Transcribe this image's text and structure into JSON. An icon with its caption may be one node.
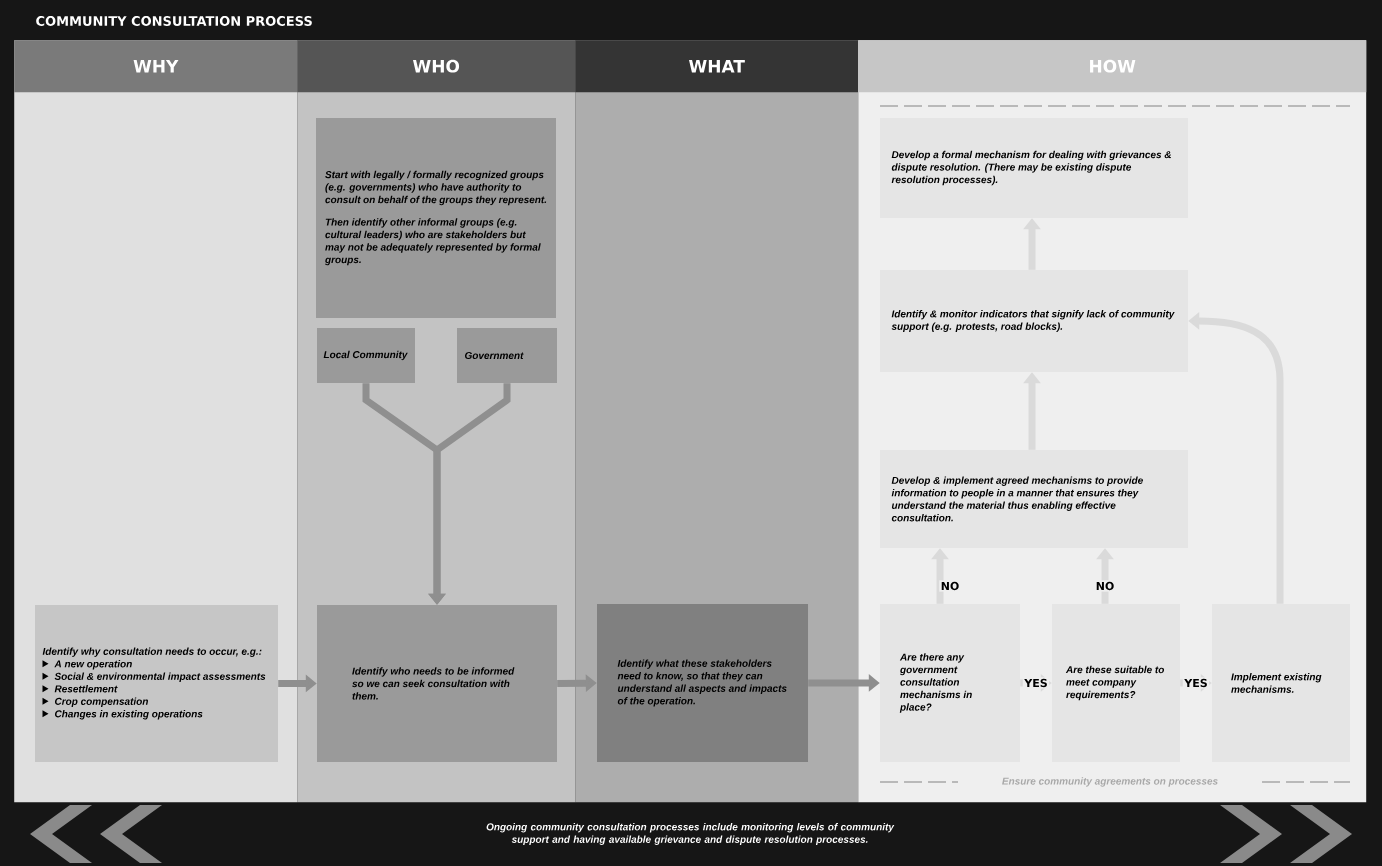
{
  "diagram": {
    "title": "COMMUNITY CONSULTATION PROCESS",
    "nodes": [
      {
        "text": [
          "WHY"
        ]
      },
      {
        "text": [
          "WHO"
        ]
      },
      {
        "text": [
          "WHAT"
        ]
      },
      {
        "text": [
          "HOW"
        ]
      },
      {
        "text": [
          "Identify why consultation needs to occur, e.g.:",
          "A new operation",
          "Social & environmental impact assessments",
          "Resettlement",
          "Crop compensation",
          "Changes in existing operations"
        ],
        "in": 0
      },
      {
        "text": [
          "Start with legally / formally recognized groups (e.g. governments) who have authority to consult on behalf of the groups they represent.",
          "Then identify other informal groups (e.g. cultural leaders) who are stakeholders but may not be adequately represented by formal groups."
        ],
        "in": 1
      },
      {
        "text": [
          "Local Community"
        ],
        "in": 1
      },
      {
        "text": [
          "Government"
        ],
        "in": 1
      },
      {
        "text": [
          "Identify who needs to be informed so we can seek consultation with them."
        ],
        "in": 1
      },
      {
        "text": [
          "Identify what these stakeholders need to know, so that they can understand all aspects and impacts of the operation."
        ],
        "in": 2
      },
      {
        "text": [
          "Develop a formal mechanism for dealing with grievances & dispute resolution. (There may be existing dispute resolution processes)."
        ],
        "in": 3
      },
      {
        "text": [
          "Identify & monitor indicators that signify lack of community support (e.g. protests, road blocks)."
        ],
        "in": 3
      },
      {
        "text": [
          "Develop & implement agreed mechanisms to provide information to people in a manner that ensures they understand the material thus enabling effective consultation."
        ],
        "in": 3
      },
      {
        "text": [
          "Are there any government consultation mechanisms in place?"
        ],
        "in": 3
      },
      {
        "text": [
          "Are these suitable to meet company requirements?"
        ],
        "in": 3
      },
      {
        "text": [
          "Implement existing mechanisms."
        ],
        "in": 3
      }
    ],
    "edges": [
      {
        "from": 4,
        "to": 8,
        "arrow": "to",
        "color": "#8f8f8f"
      },
      {
        "from": 6,
        "to": 8,
        "arrow": "to",
        "color": "#8f8f8f"
      },
      {
        "from": 7,
        "to": 8,
        "arrow": "to",
        "color": "#8f8f8f"
      },
      {
        "from": 8,
        "to": 9,
        "arrow": "to",
        "color": "#8f8f8f"
      },
      {
        "from": 9,
        "to": 13,
        "arrow": "to",
        "color": "#8f8f8f"
      },
      {
        "from": 13,
        "to": 14,
        "arrow": "to",
        "label": "YES"
      },
      {
        "from": 14,
        "to": 15,
        "arrow": "to",
        "label": "YES"
      },
      {
        "from": 13,
        "to": 12,
        "arrow": "to",
        "label": "NO"
      },
      {
        "from": 14,
        "to": 12,
        "arrow": "to",
        "label": "NO"
      },
      {
        "from": 12,
        "to": 11,
        "arrow": "to"
      },
      {
        "from": 11,
        "to": 10,
        "arrow": "to"
      },
      {
        "from": 15,
        "to": 11,
        "arrow": "to"
      }
    ],
    "labels": [
      "Ensure community agreements on processes",
      "Ongoing community consultation processes include monitoring levels of community support and having available grievance and dispute resolution processes."
    ]
  }
}
